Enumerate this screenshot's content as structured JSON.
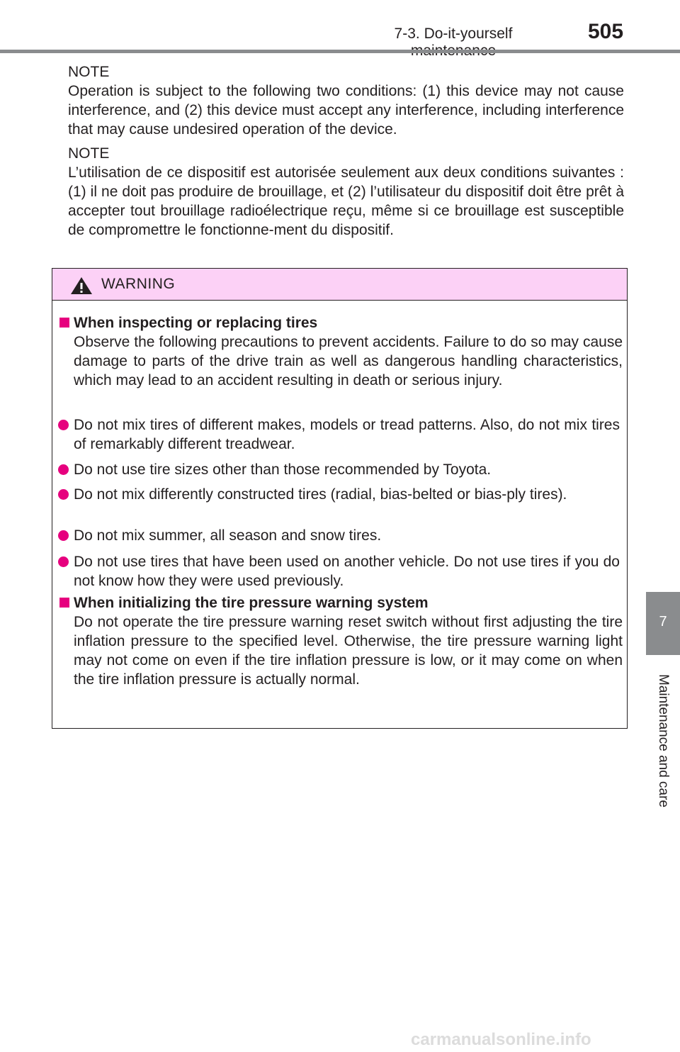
{
  "header": {
    "section_title": "7-3. Do-it-yourself maintenance",
    "page_number": "505"
  },
  "side_tab": {
    "chapter_number": "7",
    "chapter_title": "Maintenance and care"
  },
  "notes": [
    {
      "label": "NOTE",
      "text": "Operation is subject to the following two conditions: (1) this device may not cause interference, and (2) this device must accept any interference, including interference that may cause undesired operation of the device."
    },
    {
      "label": "NOTE",
      "text": "L’utilisation de ce dispositif est autorisée seulement aux deux conditions suivantes : (1) il ne doit pas produire de brouillage, et (2) l’utilisateur du dispositif doit être prêt à accepter tout brouillage radioélectrique reçu, même si ce brouillage est susceptible de compromettre le fonctionne-ment du dispositif."
    }
  ],
  "warning": {
    "label": "WARNING",
    "sections": [
      {
        "title": "When inspecting or replacing tires",
        "body": "Observe the following precautions to prevent accidents. Failure to do so may cause damage to parts of the drive train as well as dangerous handling characteristics, which may lead to an accident resulting in death or serious injury.",
        "bullets": [
          "Do not mix tires of different makes, models or tread patterns. Also, do not mix tires of remarkably different treadwear.",
          "Do not use tire sizes other than those recommended by Toyota.",
          "Do not mix differently constructed tires (radial, bias-belted or bias-ply tires).",
          "Do not mix summer, all season and snow tires.",
          "Do not use tires that have been used on another vehicle. Do not use tires if you do not know how they were used previously."
        ]
      },
      {
        "title": "When initializing the tire pressure warning system",
        "body": "Do not operate the tire pressure warning reset switch without first adjusting the tire inflation pressure to the specified level. Otherwise, the tire pressure warning light may not come on even if the tire inflation pressure is low, or it may come on when the tire inflation pressure is actually normal."
      }
    ]
  },
  "watermark": "carmanualsonline.info",
  "colors": {
    "accent": "#e6007e",
    "warning_header_bg": "#fcd1f6",
    "tab_gray": "#8a8c8e"
  }
}
